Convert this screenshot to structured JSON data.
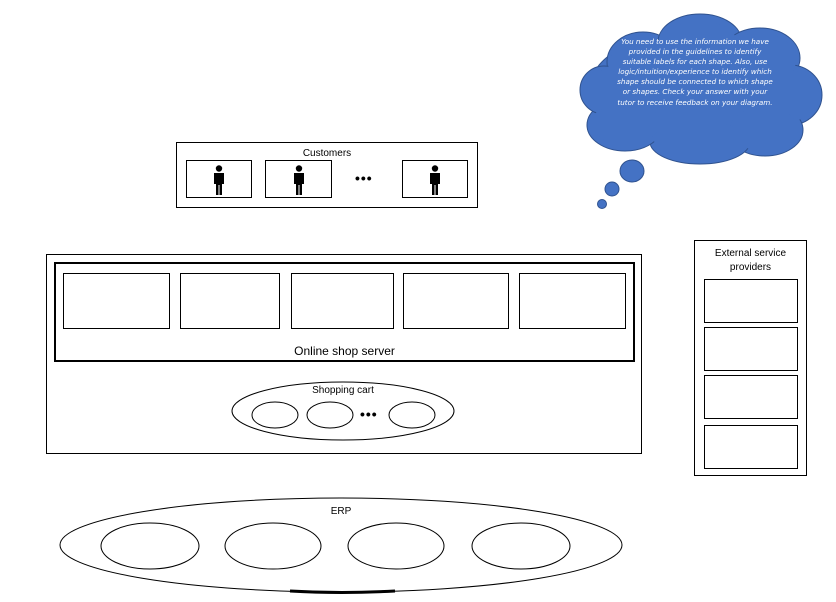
{
  "cloud": {
    "text": "You need to use the information we have provided in the guidelines to identify suitable labels for each shape. Also, use logic/intuition/experience to identify which shape should be connected to which shape or shapes. Check your answer with your tutor to receive feedback on your diagram.",
    "fill": "#4472C4",
    "stroke": "#2F528F"
  },
  "customers": {
    "label": "Customers",
    "ellipsis": "•••",
    "slots": 3,
    "icon": "person-icon"
  },
  "server": {
    "label": "Online shop server",
    "slots": 5
  },
  "cart": {
    "label": "Shopping cart",
    "ellipsis": "•••"
  },
  "external": {
    "label_line1": "External service",
    "label_line2": "providers",
    "slots": 4
  },
  "erp": {
    "label": "ERP",
    "slots": 4
  }
}
